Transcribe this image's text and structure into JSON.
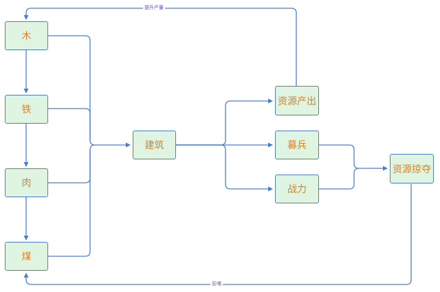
{
  "nodes": {
    "wood": "木",
    "iron": "铁",
    "meat": "肉",
    "coal": "煤",
    "build": "建筑",
    "output": "资源产出",
    "recruit": "募兵",
    "power": "战力",
    "plunder": "资源掠夺"
  },
  "edge_labels": {
    "boost": "提升产量",
    "feedback": "反哺"
  },
  "colors": {
    "node_fill": "#dff5e1",
    "node_border": "#4a7fce",
    "node_text": "#d4832e",
    "edge": "#4a7fce",
    "edge_label": "#6a4fcf"
  }
}
